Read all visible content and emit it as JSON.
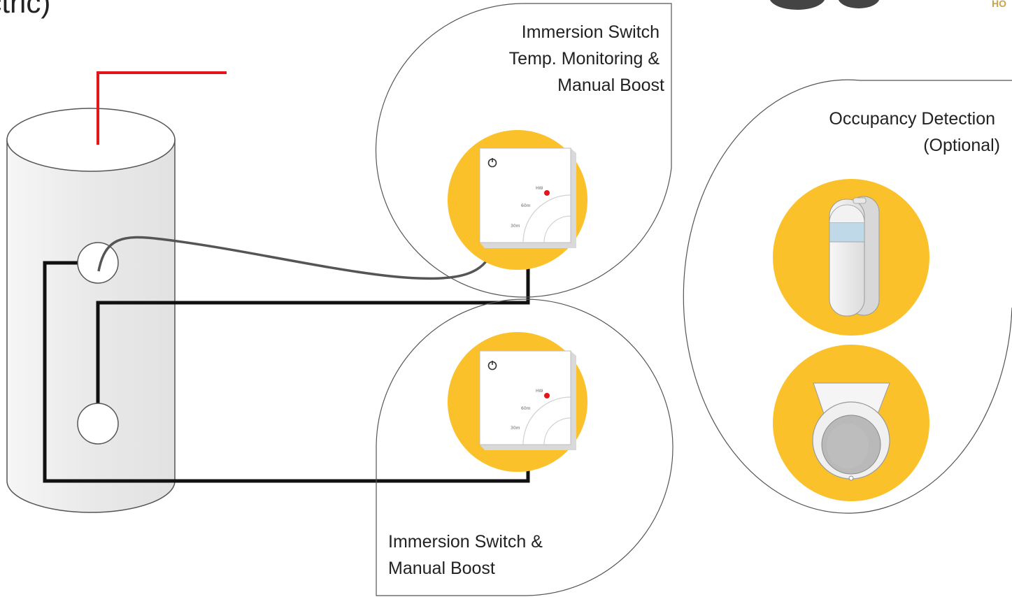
{
  "title_fragment": "ectric)",
  "logo_fragment": "HO",
  "colors": {
    "accent": "#FBC12A",
    "live_wire": "#E3161B",
    "wire": "#111111",
    "sensor_cable": "#555555",
    "outline": "#555555",
    "cylinder_fill": "#EDEDED",
    "indicator": "#E3161B"
  },
  "labels": {
    "top_switch": [
      "Immersion Switch",
      "Temp. Monitoring &",
      "Manual Boost"
    ],
    "bottom_switch": [
      "Immersion Switch &",
      "Manual Boost"
    ],
    "occupancy": [
      "Occupancy Detection",
      "(Optional)"
    ]
  },
  "switch_face": {
    "power_icon": "power-icon",
    "scale": [
      "HW",
      "60m",
      "30m"
    ]
  },
  "icons": {
    "pir": "pir-sensor-icon",
    "ceiling": "ceiling-sensor-icon"
  }
}
